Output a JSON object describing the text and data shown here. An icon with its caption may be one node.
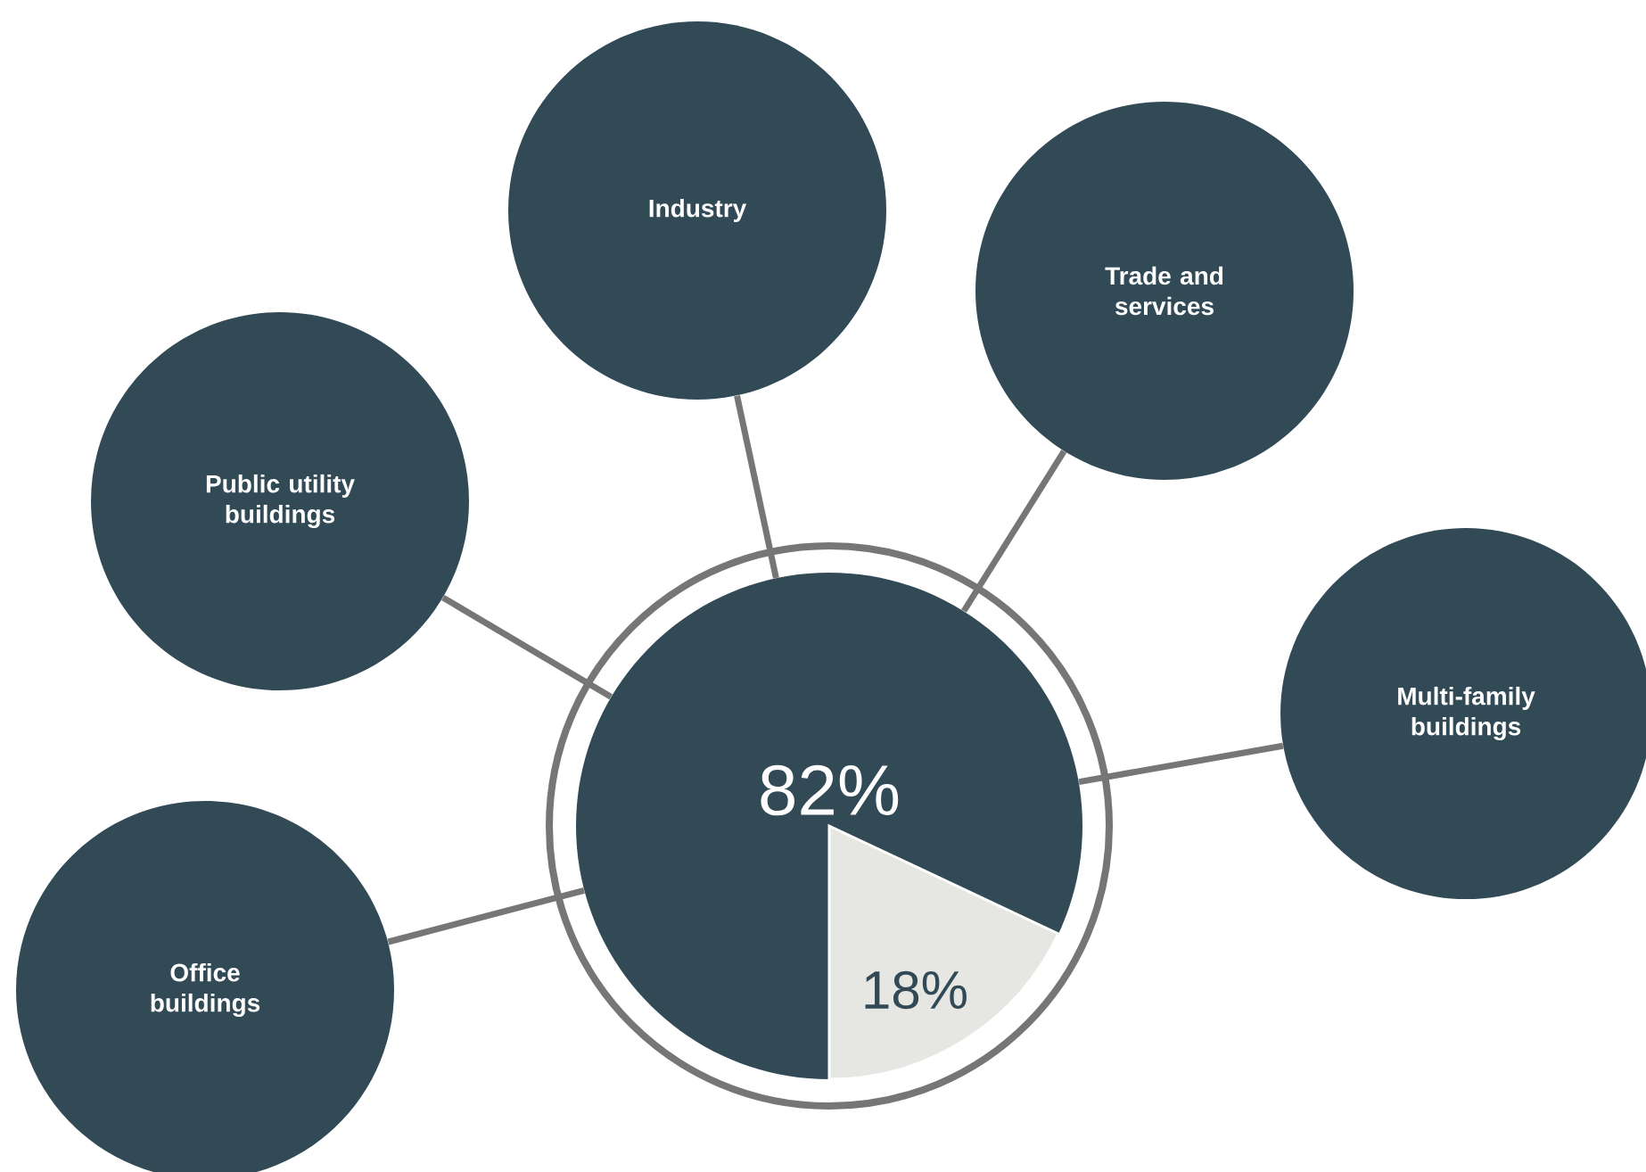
{
  "diagram": {
    "nodes": [
      {
        "text": [
          "Industry"
        ]
      },
      {
        "text": [
          "Trade and services"
        ]
      },
      {
        "text": [
          "Public utility buildings"
        ]
      },
      {
        "text": [
          "Multi-family buildings"
        ]
      },
      {
        "text": [
          "82%",
          "18%"
        ]
      },
      {
        "text": [
          "Office buildings"
        ]
      }
    ],
    "edges": [
      {
        "from": 0,
        "to": 4,
        "arrow": "none"
      },
      {
        "from": 1,
        "to": 4,
        "arrow": "none"
      },
      {
        "from": 2,
        "to": 4,
        "arrow": "none"
      },
      {
        "from": 3,
        "to": 4,
        "arrow": "none"
      },
      {
        "from": 5,
        "to": 4,
        "arrow": "none"
      }
    ]
  }
}
